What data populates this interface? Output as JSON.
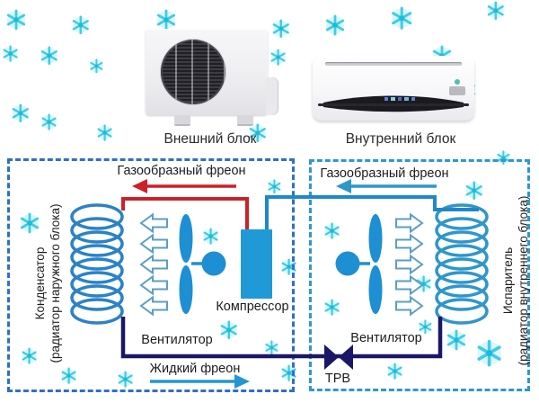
{
  "header": {
    "outdoor_unit_label": "Внешний блок",
    "indoor_unit_label": "Внутренний блок"
  },
  "outdoor_circuit": {
    "gas_freon_label": "Газообразный фреон",
    "condenser_title": "Конденсатор",
    "condenser_subtitle": "(радиатор наружного блока)",
    "fan_label": "Вентилятор",
    "compressor_label": "Компрессор",
    "liquid_freon_label": "Жидкий фреон"
  },
  "indoor_circuit": {
    "gas_freon_label": "Газообразный фреон",
    "evaporator_title": "Испаритель",
    "evaporator_subtitle": "(радиатор внутреннего блока)",
    "fan_label": "Вентилятор",
    "valve_label": "ТРВ"
  },
  "colors": {
    "hot": "#cb2127",
    "cold": "#1e88c8",
    "liq": "#1b1768",
    "coil": "#2b82c6",
    "coil2": "#2f96cc",
    "fan": "#1e8fd2",
    "comp": "#1f9ad6",
    "box-l": "#2f6fc8",
    "box-r": "#2f97d2",
    "snow": "#3ecde6",
    "air": "#5b9ec4"
  },
  "decor": {
    "snowflakes": [
      [
        18,
        22,
        10
      ],
      [
        90,
        28,
        9
      ],
      [
        185,
        22,
        10
      ],
      [
        313,
        32,
        9
      ],
      [
        373,
        28,
        10
      ],
      [
        447,
        20,
        11
      ],
      [
        552,
        12,
        9
      ],
      [
        12,
        60,
        8
      ],
      [
        55,
        62,
        9
      ],
      [
        240,
        53,
        9
      ],
      [
        310,
        64,
        8
      ],
      [
        492,
        62,
        10
      ],
      [
        107,
        73,
        7
      ],
      [
        277,
        78,
        8
      ],
      [
        520,
        100,
        9
      ],
      [
        23,
        126,
        9
      ],
      [
        55,
        136,
        8
      ],
      [
        117,
        148,
        8
      ],
      [
        287,
        148,
        9
      ],
      [
        443,
        100,
        8
      ],
      [
        509,
        104,
        7
      ],
      [
        560,
        175,
        7
      ],
      [
        33,
        248,
        10
      ],
      [
        235,
        263,
        8
      ],
      [
        255,
        367,
        9
      ],
      [
        33,
        396,
        8
      ],
      [
        77,
        418,
        8
      ],
      [
        140,
        422,
        8
      ],
      [
        302,
        386,
        7
      ],
      [
        305,
        207,
        7
      ],
      [
        528,
        212,
        9
      ],
      [
        370,
        257,
        8
      ],
      [
        322,
        297,
        8
      ],
      [
        472,
        316,
        8
      ],
      [
        370,
        342,
        8
      ],
      [
        322,
        415,
        8
      ],
      [
        440,
        413,
        8
      ],
      [
        508,
        378,
        10
      ],
      [
        545,
        393,
        13
      ],
      [
        473,
        363,
        7
      ]
    ]
  }
}
